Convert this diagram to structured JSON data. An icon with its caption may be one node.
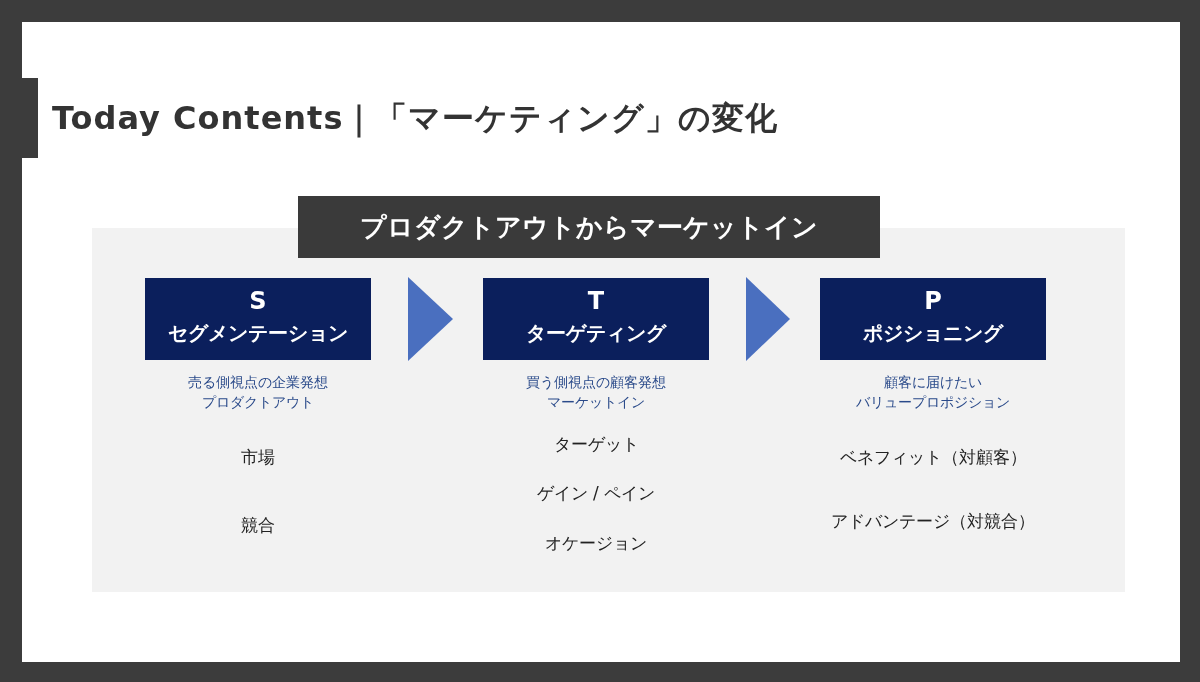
{
  "diagram": {
    "title": "Today Contents｜「マーケティング」の変化",
    "nodes": [
      {
        "text": [
          "プロダクトアウトからマーケットイン"
        ]
      },
      {
        "text": [
          "S",
          "セグメンテーション"
        ],
        "in": 0,
        "beside": [
          "売る側視点の企業発想",
          "プロダクトアウト",
          "市場",
          "競合"
        ]
      },
      {
        "text": [
          "T",
          "ターゲティング"
        ],
        "in": 0,
        "beside": [
          "買う側視点の顧客発想",
          "マーケットイン",
          "ターゲット",
          "ゲイン / ペイン",
          "オケージョン"
        ]
      },
      {
        "text": [
          "P",
          "ポジショニング"
        ],
        "in": 0,
        "beside": [
          "顧客に届けたい",
          "バリュープロポジション",
          "ベネフィット（対顧客）",
          "アドバンテージ（対競合）"
        ]
      }
    ],
    "edges": [
      {
        "from": 1,
        "to": 2,
        "arrow": "to"
      },
      {
        "from": 2,
        "to": 3,
        "arrow": "to"
      }
    ]
  }
}
